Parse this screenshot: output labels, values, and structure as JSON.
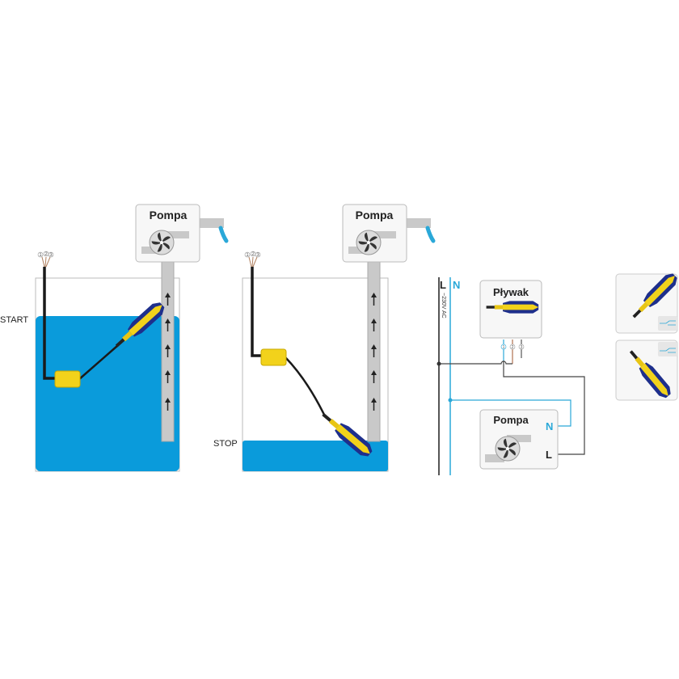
{
  "colors": {
    "water": "#0a9bdb",
    "neutral": "#2aa8d8",
    "line": "#555555",
    "float_yellow": "#f2d21b",
    "float_blue": "#1e2f8c",
    "pipe": "#c9c9c9"
  },
  "scene_start": {
    "pump_label": "Pompa",
    "level_label": "START",
    "wire_numbers": [
      "1",
      "2",
      "3"
    ]
  },
  "scene_stop": {
    "pump_label": "Pompa",
    "level_label": "STOP",
    "wire_numbers": [
      "1",
      "2",
      "3"
    ]
  },
  "wiring": {
    "line_label": "L",
    "neutral_label": "N",
    "voltage_label": "~230V AC",
    "float_box_label": "Pływak",
    "terminals": [
      "1",
      "2",
      "3"
    ],
    "pump_box_label": "Pompa",
    "pump_n_label": "N",
    "pump_l_label": "L"
  },
  "icons": [
    "fan-icon",
    "float-switch-icon",
    "arrow-up-icon",
    "switch-contact-icon"
  ]
}
